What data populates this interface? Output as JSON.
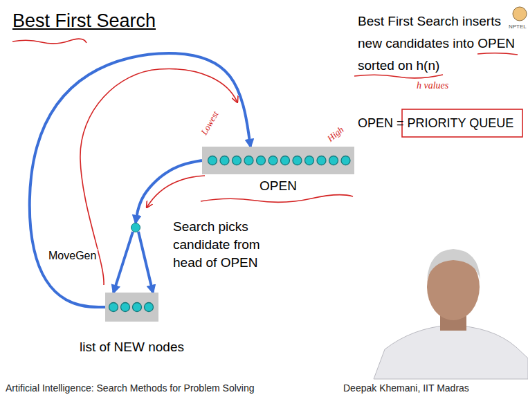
{
  "diagram": {
    "title": "Best First Search",
    "nodes": [
      {
        "text": [
          "OPEN"
        ]
      },
      {
        "text": [
          "Search picks candidate from head of OPEN"
        ]
      },
      {
        "text": [
          "list of NEW nodes"
        ]
      }
    ],
    "edges": [
      {
        "from": 0,
        "to": 1,
        "arrow": "to"
      },
      {
        "from": 1,
        "to": 2,
        "arrow": "to"
      },
      {
        "from": 1,
        "to": 2,
        "arrow": "to"
      },
      {
        "from": 2,
        "to": 0,
        "arrow": "to",
        "label": "MoveGen"
      }
    ],
    "labels": [
      "Best First Search inserts new candidates into OPEN sorted on h(n)",
      "h values",
      "OPEN = PRIORITY QUEUE",
      "Lowest",
      "High",
      "NPTEL",
      "Artificial Intelligence: Search Methods for Problem Solving",
      "Deepak Khemani, IIT Madras"
    ]
  }
}
